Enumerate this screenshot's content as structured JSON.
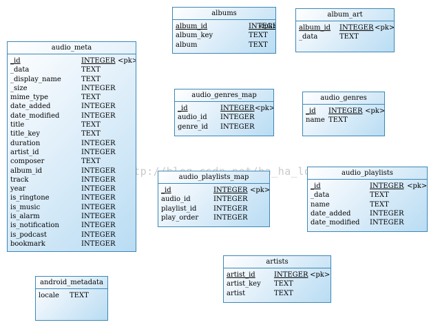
{
  "watermark": "http://blog.csdn.net/ha_ha_long",
  "tables": [
    {
      "name": "albums",
      "columns": [
        {
          "name": "album_id",
          "type": "INTEGER",
          "key": "<pk>"
        },
        {
          "name": "album_key",
          "type": "TEXT",
          "key": ""
        },
        {
          "name": "album",
          "type": "TEXT",
          "key": ""
        }
      ]
    },
    {
      "name": "album_art",
      "columns": [
        {
          "name": "album_id",
          "type": "INTEGER",
          "key": "<pk>"
        },
        {
          "name": "_data",
          "type": "TEXT",
          "key": ""
        }
      ]
    },
    {
      "name": "audio_meta",
      "columns": [
        {
          "name": "_id",
          "type": "INTEGER",
          "key": "<pk>"
        },
        {
          "name": "_data",
          "type": "TEXT",
          "key": ""
        },
        {
          "name": "_display_name",
          "type": "TEXT",
          "key": ""
        },
        {
          "name": "_size",
          "type": "INTEGER",
          "key": ""
        },
        {
          "name": "mime_type",
          "type": "TEXT",
          "key": ""
        },
        {
          "name": "date_added",
          "type": "INTEGER",
          "key": ""
        },
        {
          "name": "date_modified",
          "type": "INTEGER",
          "key": ""
        },
        {
          "name": "title",
          "type": "TEXT",
          "key": ""
        },
        {
          "name": "title_key",
          "type": "TEXT",
          "key": ""
        },
        {
          "name": "duration",
          "type": "INTEGER",
          "key": ""
        },
        {
          "name": "artist_id",
          "type": "INTEGER",
          "key": ""
        },
        {
          "name": "composer",
          "type": "TEXT",
          "key": ""
        },
        {
          "name": "album_id",
          "type": "INTEGER",
          "key": ""
        },
        {
          "name": "track",
          "type": "INTEGER",
          "key": ""
        },
        {
          "name": "year",
          "type": "INTEGER",
          "key": ""
        },
        {
          "name": "is_ringtone",
          "type": "INTEGER",
          "key": ""
        },
        {
          "name": "is_music",
          "type": "INTEGER",
          "key": ""
        },
        {
          "name": "is_alarm",
          "type": "INTEGER",
          "key": ""
        },
        {
          "name": "is_notification",
          "type": "INTEGER",
          "key": ""
        },
        {
          "name": "is_podcast",
          "type": "INTEGER",
          "key": ""
        },
        {
          "name": "bookmark",
          "type": "INTEGER",
          "key": ""
        }
      ]
    },
    {
      "name": "audio_genres_map",
      "columns": [
        {
          "name": "_id",
          "type": "INTEGER",
          "key": "<pk>"
        },
        {
          "name": "audio_id",
          "type": "INTEGER",
          "key": ""
        },
        {
          "name": "genre_id",
          "type": "INTEGER",
          "key": ""
        }
      ]
    },
    {
      "name": "audio_genres",
      "columns": [
        {
          "name": "_id",
          "type": "INTEGER",
          "key": "<pk>"
        },
        {
          "name": "name",
          "type": "TEXT",
          "key": ""
        }
      ]
    },
    {
      "name": "audio_playlists_map",
      "columns": [
        {
          "name": "_id",
          "type": "INTEGER",
          "key": "<pk>"
        },
        {
          "name": "audio_id",
          "type": "INTEGER",
          "key": ""
        },
        {
          "name": "playlist_id",
          "type": "INTEGER",
          "key": ""
        },
        {
          "name": "play_order",
          "type": "INTEGER",
          "key": ""
        }
      ]
    },
    {
      "name": "audio_playlists",
      "columns": [
        {
          "name": "_id",
          "type": "INTEGER",
          "key": "<pk>"
        },
        {
          "name": "_data",
          "type": "TEXT",
          "key": ""
        },
        {
          "name": "name",
          "type": "TEXT",
          "key": ""
        },
        {
          "name": "date_added",
          "type": "INTEGER",
          "key": ""
        },
        {
          "name": "date_modified",
          "type": "INTEGER",
          "key": ""
        }
      ]
    },
    {
      "name": "artists",
      "columns": [
        {
          "name": "artist_id",
          "type": "INTEGER",
          "key": "<pk>"
        },
        {
          "name": "artist_key",
          "type": "TEXT",
          "key": ""
        },
        {
          "name": "artist",
          "type": "TEXT",
          "key": ""
        }
      ]
    },
    {
      "name": "android_metadata",
      "columns": [
        {
          "name": "locale",
          "type": "TEXT",
          "key": ""
        }
      ]
    }
  ]
}
